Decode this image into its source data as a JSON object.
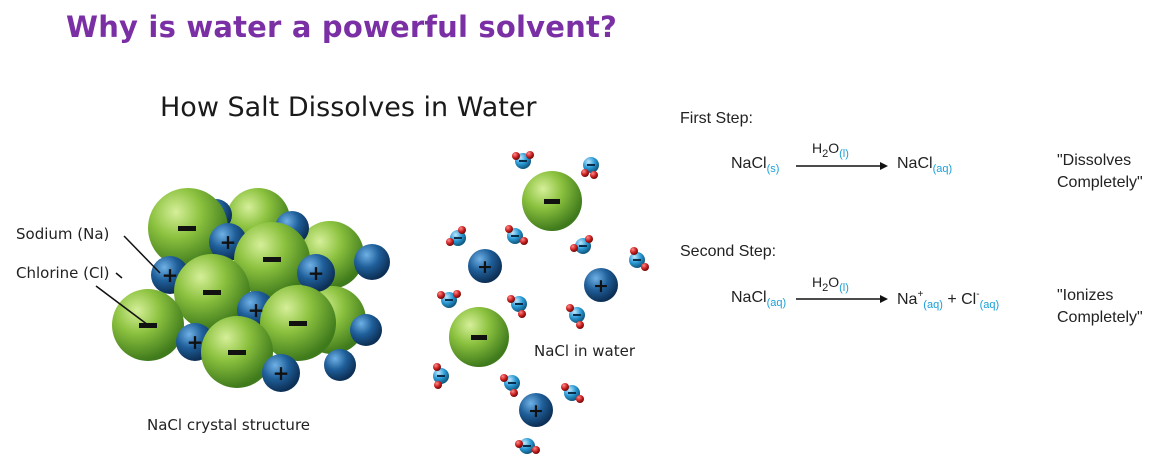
{
  "title": "Why is water a powerful solvent?",
  "diagram": {
    "heading": "How Salt Dissolves in Water",
    "labels": {
      "sodium": "Sodium (Na)",
      "chlorine": "Chlorine (Cl)",
      "crystal": "NaCl crystal structure",
      "in_water": "NaCl in water"
    },
    "colors": {
      "chloride": "#7fb33a",
      "sodium": "#1f5f9a",
      "water_oxygen": "#2a9ad6",
      "water_hydrogen": "#c81e1e"
    }
  },
  "steps": [
    {
      "heading": "First Step:",
      "reactant": "NaCl",
      "reactant_state": "(s)",
      "reagent": "H",
      "reagent_sub": "2",
      "reagent_rest": "O",
      "reagent_state": "(l)",
      "product": "NaCl",
      "product_state": "(aq)",
      "note_line1": "\"Dissolves",
      "note_line2": "Completely\""
    },
    {
      "heading": "Second Step:",
      "reactant": "NaCl",
      "reactant_state": "(aq)",
      "reagent": "H",
      "reagent_sub": "2",
      "reagent_rest": "O",
      "reagent_state": "(l)",
      "product_a": "Na",
      "product_a_charge": "+",
      "product_a_state": "(aq)",
      "plus": "+",
      "product_b": "Cl",
      "product_b_charge": "-",
      "product_b_state": "(aq)",
      "note_line1": "\"Ionizes",
      "note_line2": "Completely\""
    }
  ]
}
